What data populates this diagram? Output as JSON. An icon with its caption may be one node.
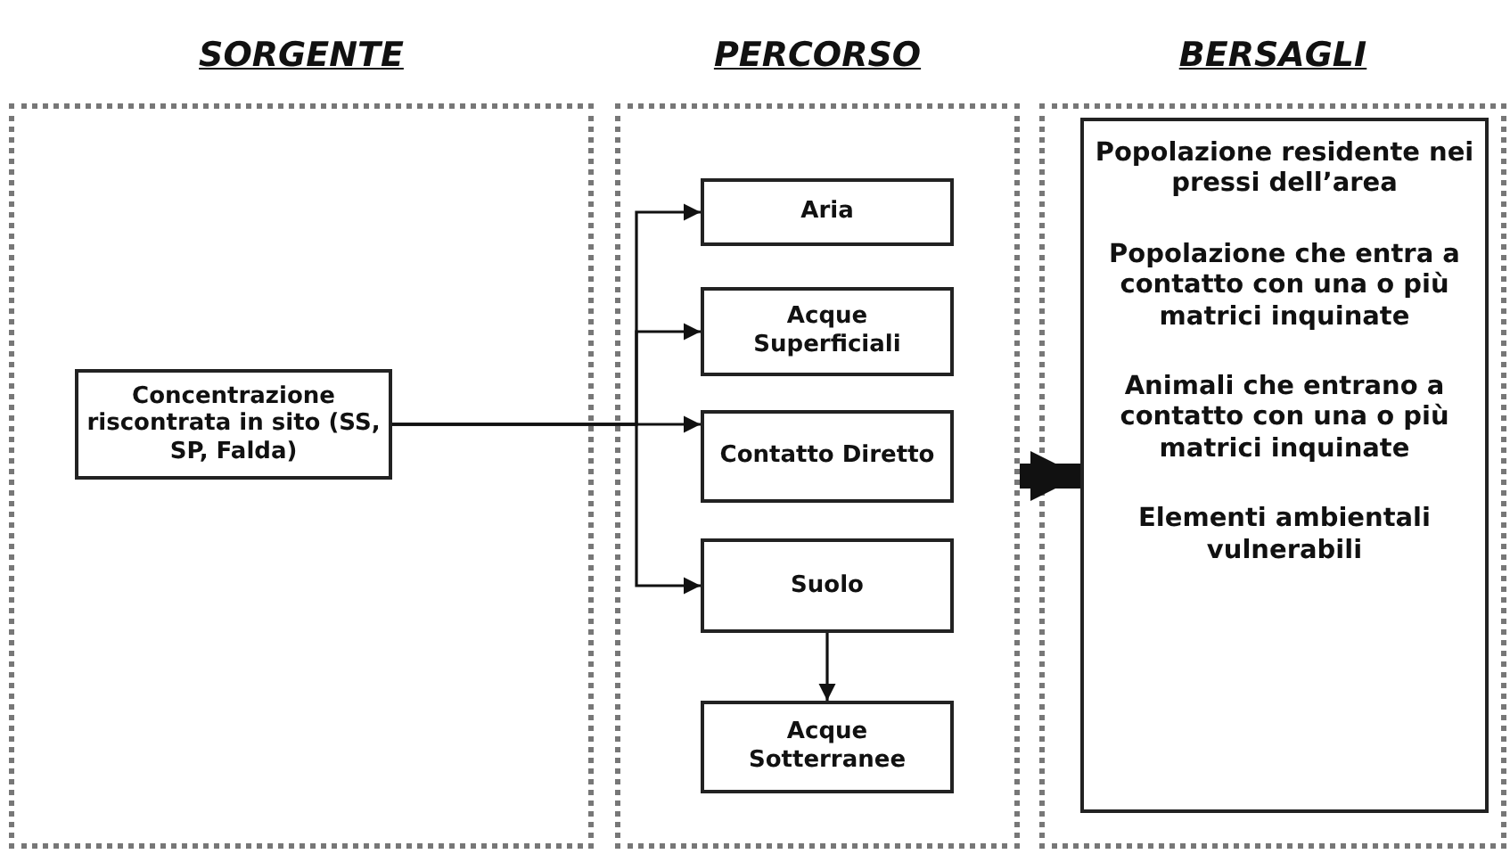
{
  "diagram": {
    "nodes": [
      {
        "text": [
          "SORGENTE"
        ]
      },
      {
        "text": [
          "PERCORSO"
        ]
      },
      {
        "text": [
          "BERSAGLI"
        ]
      },
      {
        "text": [
          "Concentrazione riscontrata in sito (SS, SP, Falda)"
        ],
        "in": 0
      },
      {
        "text": [
          "Aria"
        ],
        "in": 1
      },
      {
        "text": [
          "Acque Superficiali"
        ],
        "in": 1
      },
      {
        "text": [
          "Contatto Diretto"
        ],
        "in": 1
      },
      {
        "text": [
          "Suolo"
        ],
        "in": 1
      },
      {
        "text": [
          "Acque Sotterranee"
        ],
        "in": 1
      },
      {
        "text": [
          "Popolazione residente nei pressi dell’area",
          "Popolazione che entra a contatto con una o più matrici inquinate",
          "Animali che entrano a contatto con una o più matrici inquinate",
          "Elementi ambientali vulnerabili"
        ],
        "in": 2
      }
    ],
    "edges": [
      {
        "from": 3,
        "to": 4,
        "arrow": "to"
      },
      {
        "from": 3,
        "to": 5,
        "arrow": "to"
      },
      {
        "from": 3,
        "to": 6,
        "arrow": "to"
      },
      {
        "from": 3,
        "to": 7,
        "arrow": "to"
      },
      {
        "from": 7,
        "to": 8,
        "arrow": "to"
      },
      {
        "from": 1,
        "to": 9,
        "arrow": "to",
        "style": "thick"
      }
    ]
  }
}
